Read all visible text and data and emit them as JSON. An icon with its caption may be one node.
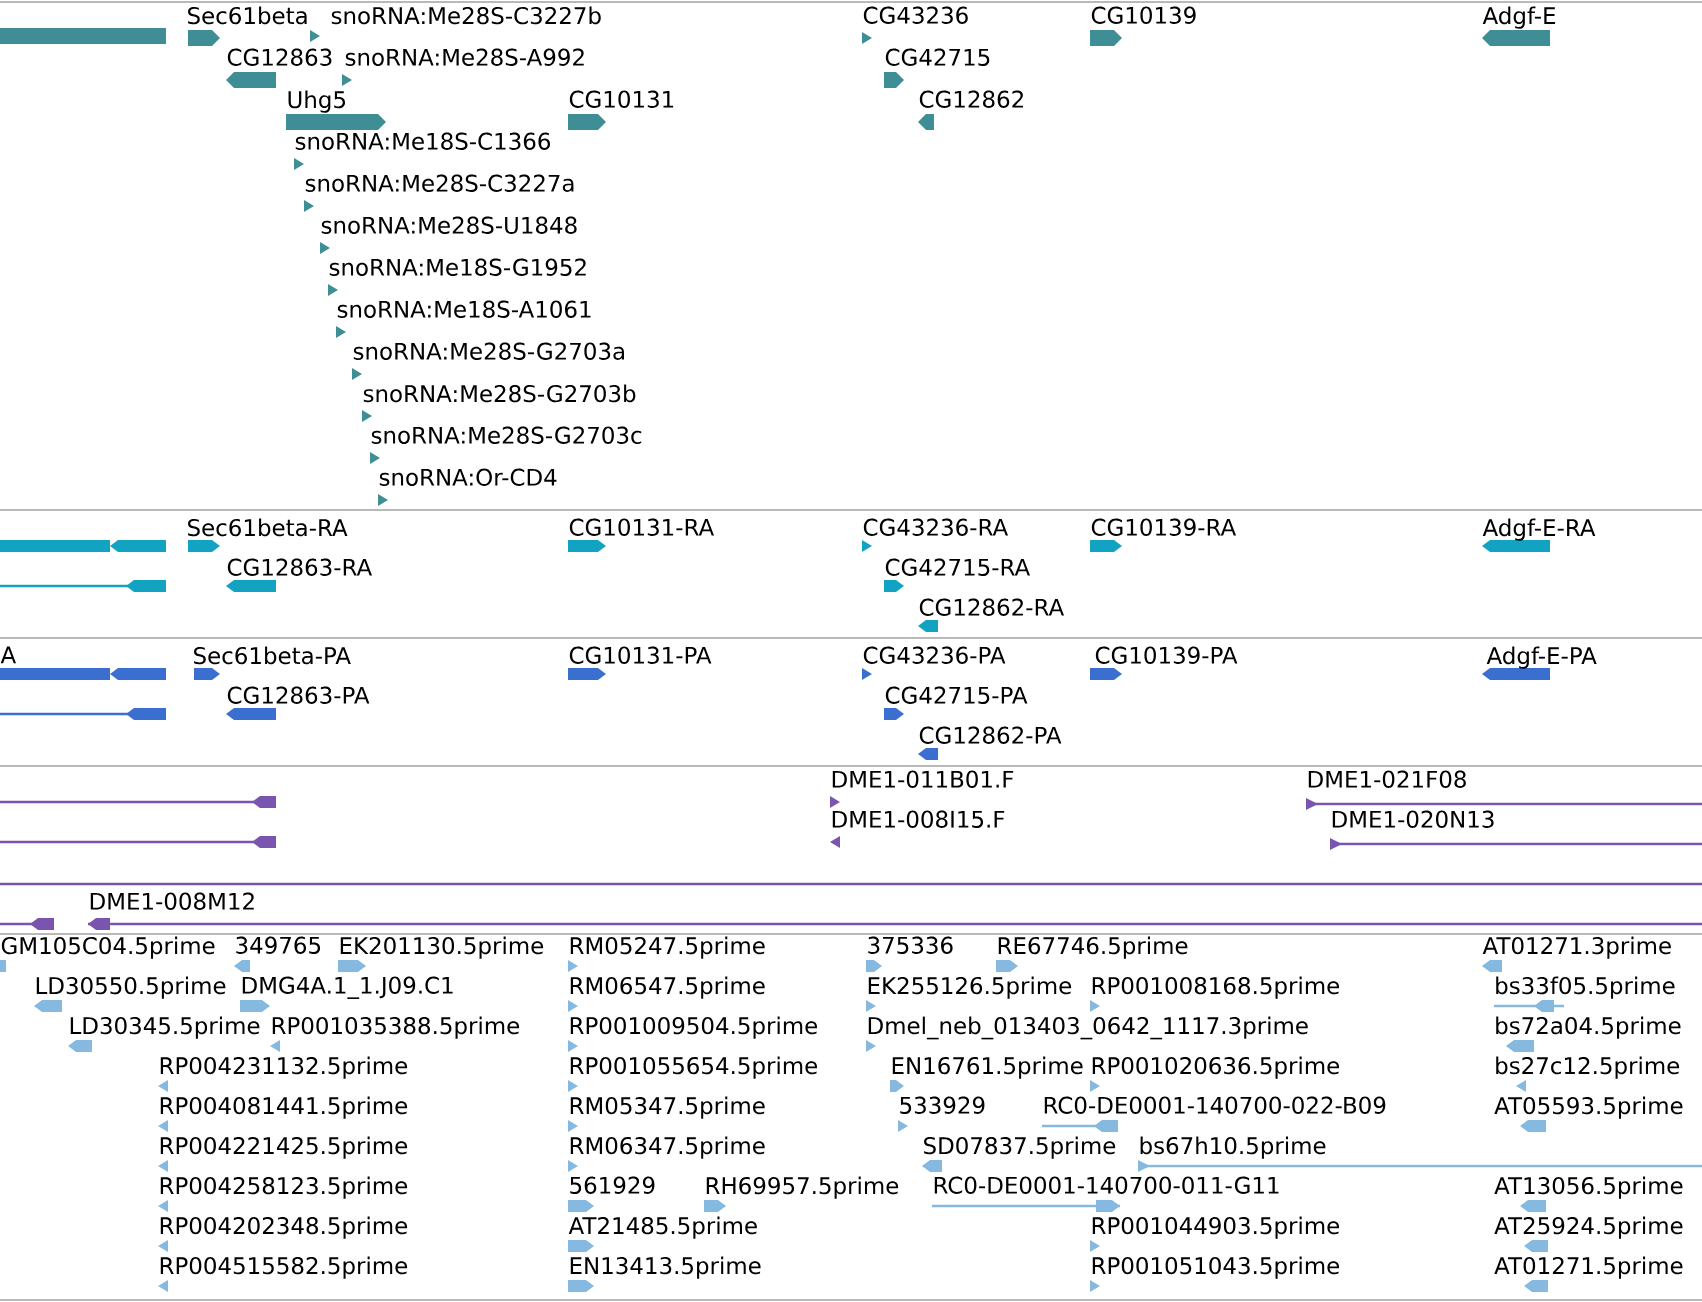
{
  "diagram": {
    "labels": [
      "Sec61beta",
      "snoRNA:Me28S-C3227b",
      "CG43236",
      "CG10139",
      "Adgf-E",
      "CG12863",
      "snoRNA:Me28S-A992",
      "CG42715",
      "Uhg5",
      "CG10131",
      "CG12862",
      "snoRNA:Me18S-C1366",
      "snoRNA:Me28S-C3227a",
      "snoRNA:Me28S-U1848",
      "snoRNA:Me18S-G1952",
      "snoRNA:Me18S-A1061",
      "snoRNA:Me28S-G2703a",
      "snoRNA:Me28S-G2703b",
      "snoRNA:Me28S-G2703c",
      "snoRNA:Or-CD4",
      "Sec61beta-RA",
      "CG10131-RA",
      "CG43236-RA",
      "CG10139-RA",
      "Adgf-E-RA",
      "CG12863-RA",
      "CG42715-RA",
      "CG12862-RA",
      "A",
      "Sec61beta-PA",
      "CG10131-PA",
      "CG43236-PA",
      "CG10139-PA",
      "Adgf-E-PA",
      "CG12863-PA",
      "CG42715-PA",
      "CG12862-PA",
      "DME1-011B01.F",
      "DME1-021F08",
      "DME1-008I15.F",
      "DME1-020N13",
      "DME1-008M12",
      "GM105C04.5prime",
      "349765",
      "EK201130.5prime",
      "RM05247.5prime",
      "375336",
      "RE67746.5prime",
      "AT01271.3prime",
      "LD30550.5prime",
      "DMG4A.1_1.J09.C1",
      "RM06547.5prime",
      "EK255126.5prime",
      "RP001008168.5prime",
      "bs33f05.5prime",
      "LD30345.5prime",
      "RP001035388.5prime",
      "RP001009504.5prime",
      "Dmel_neb_013403_0642_1117.3prime",
      "bs72a04.5prime",
      "RP004231132.5prime",
      "RP001055654.5prime",
      "EN16761.5prime",
      "RP001020636.5prime",
      "bs27c12.5prime",
      "RP004081441.5prime",
      "RM05347.5prime",
      "533929",
      "RC0-DE0001-140700-022-B09",
      "AT05593.5prime",
      "RP004221425.5prime",
      "RM06347.5prime",
      "SD07837.5prime",
      "bs67h10.5prime",
      "RP004258123.5prime",
      "561929",
      "RH69957.5prime",
      "RC0-DE0001-140700-011-G11",
      "AT13056.5prime",
      "RP004202348.5prime",
      "AT21485.5prime",
      "RP001044903.5prime",
      "AT25924.5prime",
      "RP004515582.5prime",
      "EN13413.5prime",
      "RP001051043.5prime",
      "AT01271.5prime"
    ]
  }
}
